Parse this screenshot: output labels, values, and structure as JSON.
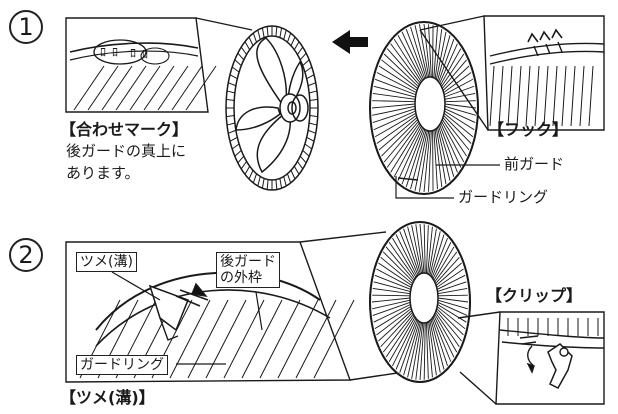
{
  "step1": {
    "number": "1",
    "alignment_mark_title": "【合わせマーク】",
    "alignment_mark_desc_line1": "後ガードの真上に",
    "alignment_mark_desc_line2": "あります。",
    "hook_title": "【フック】",
    "front_guard": "前ガード",
    "guard_ring": "ガードリング"
  },
  "step2": {
    "number": "2",
    "tab_groove": "ツメ(溝)",
    "rear_guard_frame_line1": "後ガード",
    "rear_guard_frame_line2": "の外枠",
    "guard_ring": "ガードリング",
    "clip_title": "【クリップ】",
    "tab_groove_title": "【ツメ(溝)】"
  },
  "colors": {
    "line": "#1a1a1a",
    "arrow": "#111111",
    "background": "#ffffff"
  }
}
